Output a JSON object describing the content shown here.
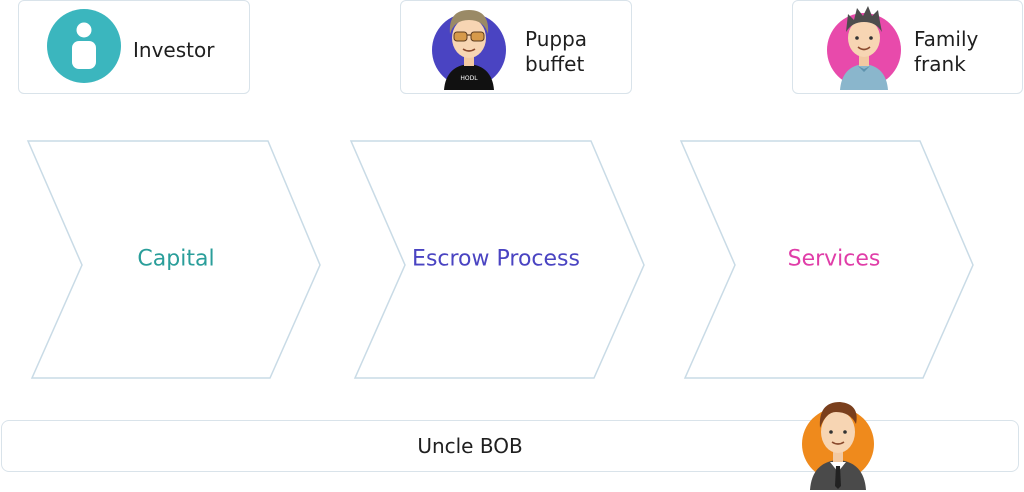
{
  "actors": [
    {
      "name": "Investor",
      "avatar_icon": "investor-person-icon",
      "avatar_color": "#3bb6be"
    },
    {
      "name": "Puppa\nbuffet",
      "avatar_icon": "puppa-buffet-avatar-icon",
      "avatar_color": "#4a44c2"
    },
    {
      "name": "Family\nfrank",
      "avatar_icon": "family-frank-avatar-icon",
      "avatar_color": "#e84aab"
    }
  ],
  "stages": [
    {
      "label": "Capital",
      "color": "#2a9e9a"
    },
    {
      "label": "Escrow Process",
      "color": "#4a44c2"
    },
    {
      "label": "Services",
      "color": "#e03da8"
    }
  ],
  "bottom": {
    "label": "Uncle BOB",
    "avatar_icon": "uncle-bob-avatar-icon",
    "avatar_color": "#ef8a1c"
  },
  "colors": {
    "outline": "#c9dbe6",
    "card_border": "#d9e3ea"
  }
}
